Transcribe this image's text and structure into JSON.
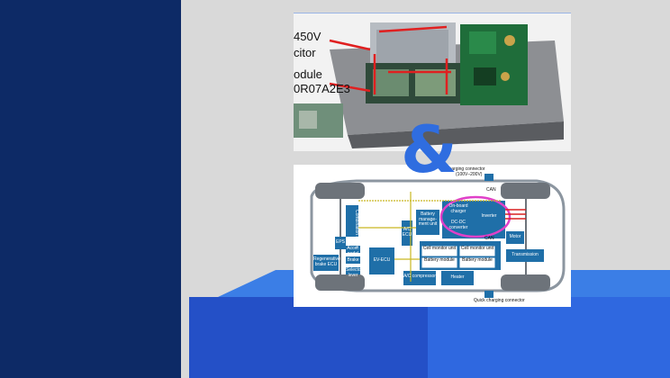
{
  "photo": {
    "labels": [
      "450V",
      "citor",
      "odule",
      "0R07A2E3"
    ]
  },
  "ampersand": "&",
  "diagram": {
    "top_label_1": "charging connector",
    "top_label_2": "(100V–200V)",
    "can_top": "CAN",
    "can_mid": "CAN",
    "combination_meter": "Combination meter",
    "battery_mgmt": "Battery manage-ment unit",
    "onboard_charger": "On-board charger",
    "dcdc": "DC-DC converter",
    "inverter": "Inverter",
    "eps": "EPS",
    "accel": "Accel. pedal",
    "brake": "Brake",
    "selector": "Selector lever",
    "evecu": "EV-ECU",
    "acecu": "A/C ECU",
    "cell1": "Cell monitor unit",
    "cell2": "Cell monitor unit",
    "batt1": "Battery module",
    "batt2": "Battery module",
    "motor": "Motor",
    "transmission": "Transmission",
    "regen": "Regenerative brake ECU",
    "ac_comp": "A/C compressor",
    "heater": "Heater",
    "quick": "Quick charging connector"
  }
}
